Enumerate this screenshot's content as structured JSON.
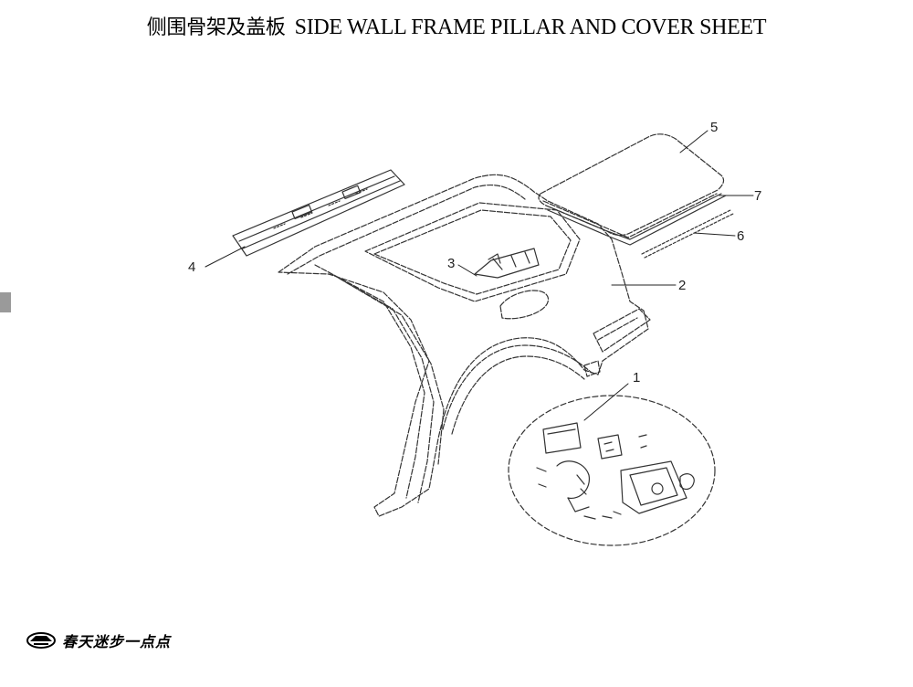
{
  "title": {
    "chinese": "侧围骨架及盖板",
    "english": "SIDE WALL FRAME PILLAR AND COVER SHEET"
  },
  "callouts": [
    "1",
    "2",
    "3",
    "4",
    "5",
    "6",
    "7"
  ],
  "logo": {
    "icon": "car-logo-icon",
    "text": "春天迷步一点点"
  }
}
